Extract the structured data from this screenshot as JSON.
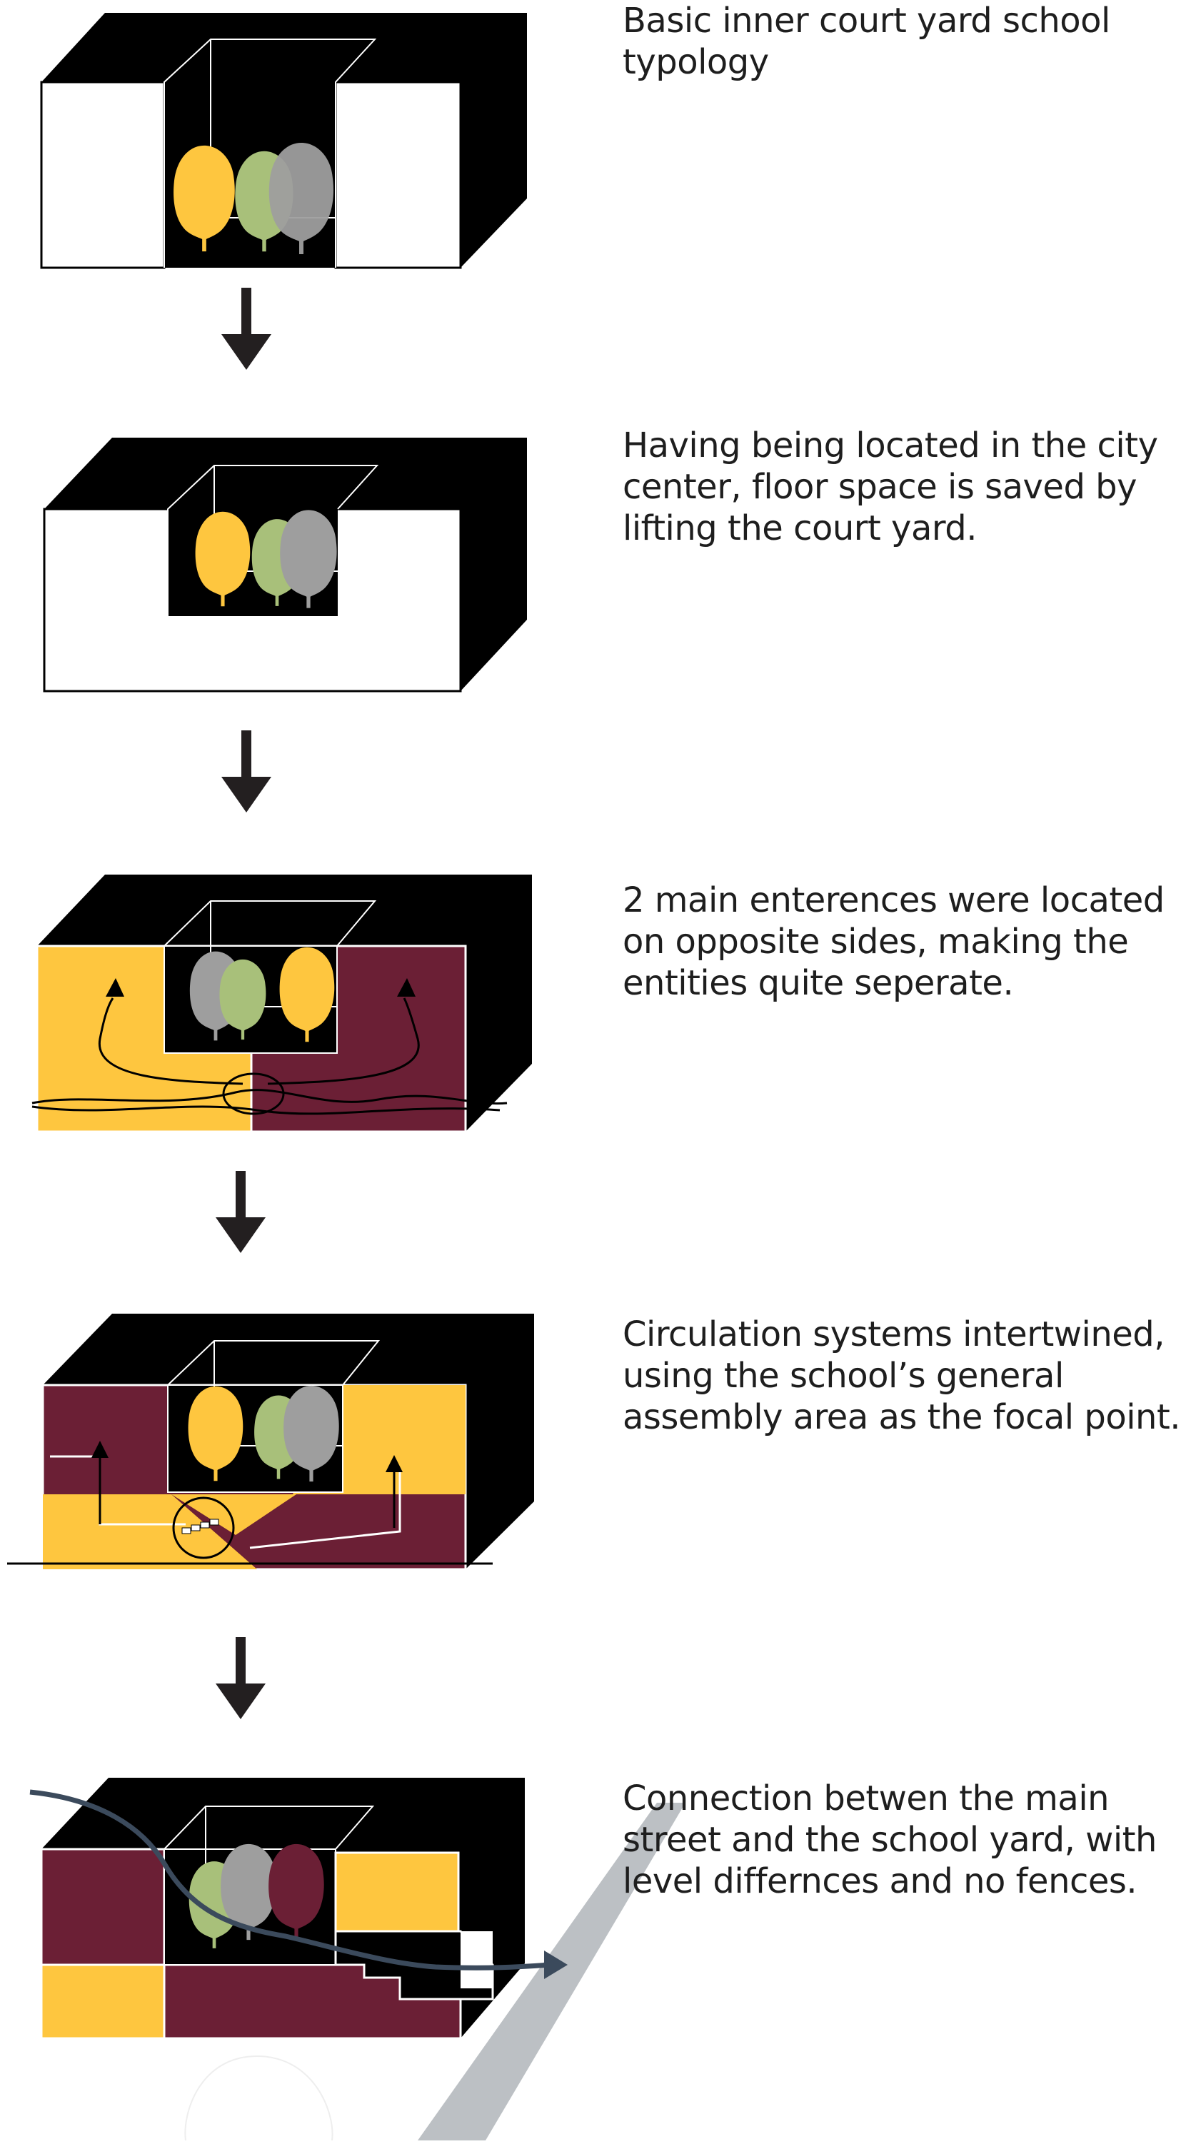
{
  "steps": [
    {
      "lines": [
        "Basic inner court yard school",
        "typology"
      ]
    },
    {
      "lines": [
        "Having being located in the city",
        "center, floor space is saved by",
        "lifting the court yard."
      ]
    },
    {
      "lines": [
        "2 main enterences were located",
        "on opposite sides, making the",
        "entities quite seperate."
      ]
    },
    {
      "lines": [
        "Circulation systems intertwined,",
        "using the school’s general",
        "assembly area as the focal point."
      ]
    },
    {
      "lines": [
        "Connection betwen the main",
        "street and the school yard, with",
        "level differnces and no fences."
      ]
    }
  ],
  "colors": {
    "mass": "#000000",
    "yellow": "#fec63f",
    "maroon": "#6b1f35",
    "tree_green": "#a8c07a",
    "tree_light": "#dfe8cf",
    "tree_grey": "#9e9e9e",
    "path_blue": "#3b4a5c",
    "view_cone": "#bcc0c4",
    "arrow": "#231f20"
  }
}
